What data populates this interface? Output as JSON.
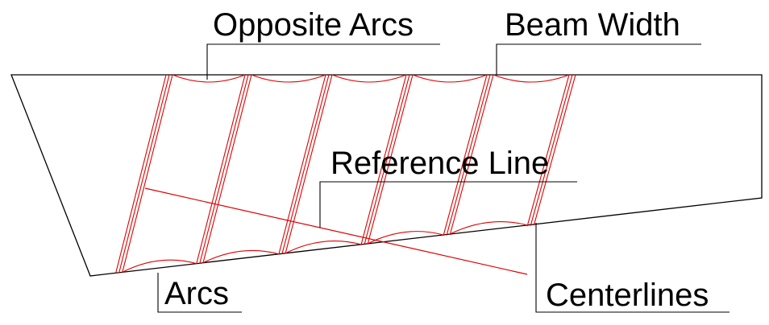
{
  "labels": {
    "opposite_arcs": "Opposite Arcs",
    "beam_width": "Beam Width",
    "reference_line": "Reference Line",
    "arcs": "Arcs",
    "centerlines": "Centerlines"
  },
  "colors": {
    "outline": "#000000",
    "beams": "#e00000",
    "text": "#000000"
  }
}
